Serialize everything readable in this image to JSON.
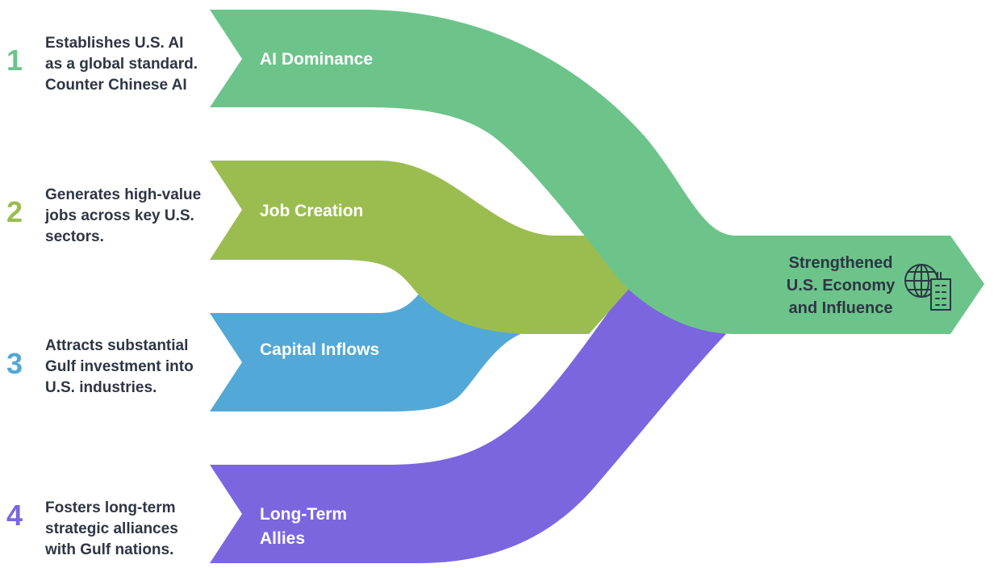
{
  "items": [
    {
      "number": "1",
      "color": "#6cc48a",
      "stage": [
        "AI Dominance"
      ],
      "description": [
        "Establishes U.S. AI",
        "as a global standard.",
        "Counter Chinese AI"
      ]
    },
    {
      "number": "2",
      "color": "#9bbd50",
      "stage": [
        "Job Creation"
      ],
      "description": [
        "Generates high-value",
        "jobs across key U.S.",
        "sectors."
      ]
    },
    {
      "number": "3",
      "color": "#52a8d6",
      "stage": [
        "Capital Inflows"
      ],
      "description": [
        "Attracts substantial",
        "Gulf investment into",
        "U.S. industries."
      ]
    },
    {
      "number": "4",
      "color": "#7b66e0",
      "stage": [
        "Long-Term",
        "Allies"
      ],
      "description": [
        "Fosters long-term",
        "strategic alliances",
        "with Gulf nations."
      ]
    }
  ],
  "result": {
    "lines": [
      "Strengthened",
      "U.S. Economy",
      "and Influence"
    ],
    "icon": "globe-building-icon",
    "color": "#6cc48a"
  }
}
